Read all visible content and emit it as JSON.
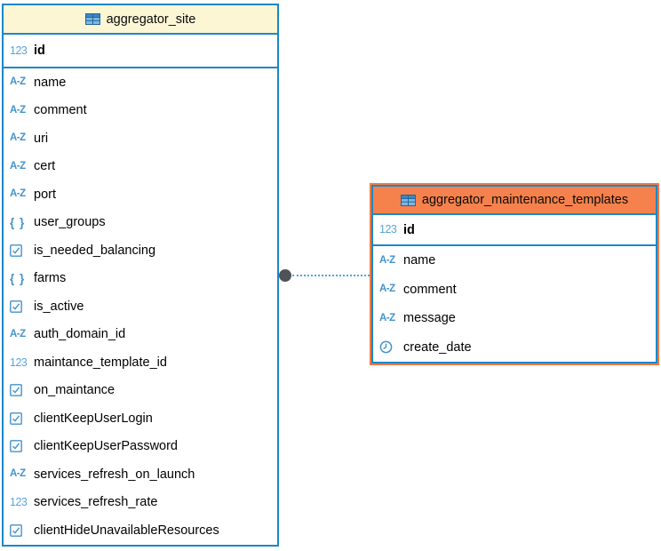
{
  "diagram": {
    "entities": [
      {
        "title": "aggregator_site",
        "selected": false,
        "header_color": "#fcf6d5",
        "keys": [
          {
            "label": "id",
            "type": "numeric"
          }
        ],
        "attributes": [
          {
            "label": "name",
            "type": "text"
          },
          {
            "label": "comment",
            "type": "text"
          },
          {
            "label": "uri",
            "type": "text"
          },
          {
            "label": "cert",
            "type": "text"
          },
          {
            "label": "port",
            "type": "text"
          },
          {
            "label": "user_groups",
            "type": "json"
          },
          {
            "label": "is_needed_balancing",
            "type": "boolean"
          },
          {
            "label": "farms",
            "type": "json"
          },
          {
            "label": "is_active",
            "type": "boolean"
          },
          {
            "label": "auth_domain_id",
            "type": "text"
          },
          {
            "label": "maintance_template_id",
            "type": "numeric"
          },
          {
            "label": "on_maintance",
            "type": "boolean"
          },
          {
            "label": "clientKeepUserLogin",
            "type": "boolean"
          },
          {
            "label": "clientKeepUserPassword",
            "type": "boolean"
          },
          {
            "label": "services_refresh_on_launch",
            "type": "text"
          },
          {
            "label": "services_refresh_rate",
            "type": "numeric"
          },
          {
            "label": "clientHideUnavailableResources",
            "type": "boolean"
          }
        ]
      },
      {
        "title": "aggregator_maintenance_templates",
        "selected": true,
        "header_color": "#f5814c",
        "keys": [
          {
            "label": "id",
            "type": "numeric"
          }
        ],
        "attributes": [
          {
            "label": "name",
            "type": "text"
          },
          {
            "label": "comment",
            "type": "text"
          },
          {
            "label": "message",
            "type": "text"
          },
          {
            "label": "create_date",
            "type": "datetime"
          }
        ]
      }
    ],
    "connector": {
      "from": "aggregator_site",
      "to": "aggregator_maintenance_templates",
      "style": "dotted"
    },
    "icon_glyphs": {
      "numeric": "123",
      "text": "A-Z",
      "json": "{ }",
      "boolean": "checkbox",
      "datetime": "clock",
      "table": "grid"
    },
    "colors": {
      "border_blue": "#1b87c9",
      "icon_blue": "#4293cd",
      "header_yellow": "#fcf6d5",
      "header_orange": "#f5814c",
      "selection_outline_orange": "#ee7a40",
      "anchor_dot_gray": "#4f5355",
      "connector_blue": "#4da3d8"
    }
  }
}
